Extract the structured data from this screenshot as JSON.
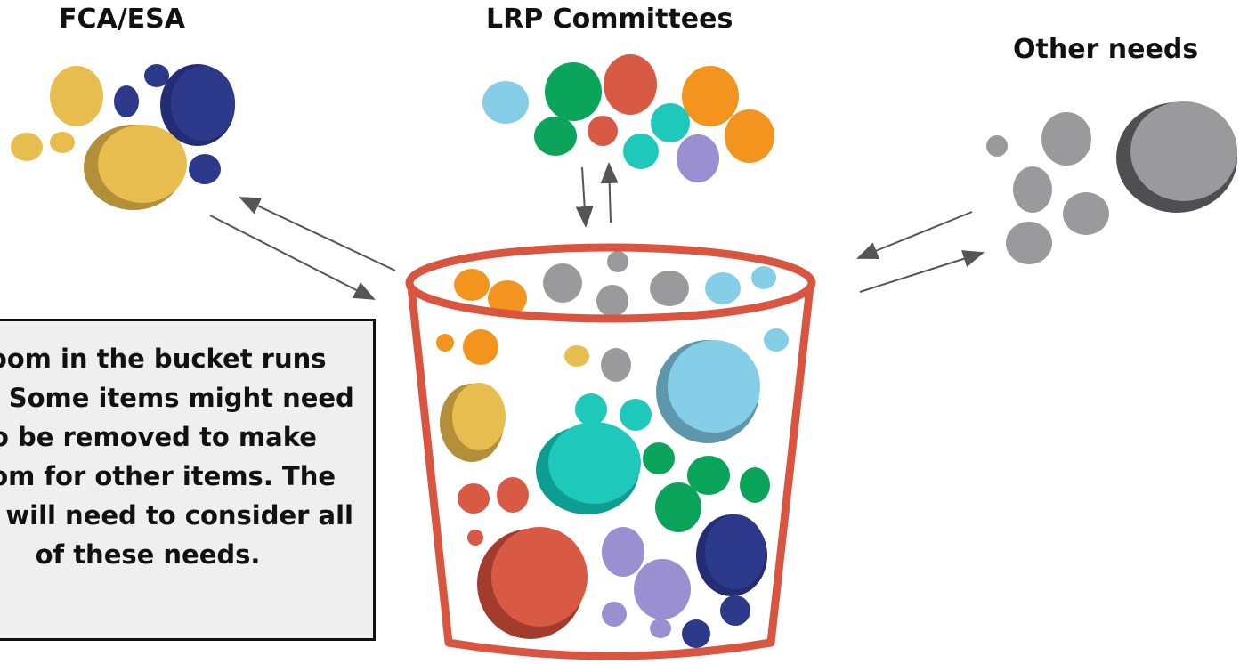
{
  "labels": {
    "fca_esa": "FCA/ESA",
    "lrp_committees": "LRP Committees",
    "other_needs": "Other needs"
  },
  "note": {
    "text": "Room in the bucket runs out. Some items might need to be removed to make room for other items. The TAC will need to consider all of these needs."
  },
  "colors": {
    "yellow": "#e8bd4f",
    "navy": "#2d3a8c",
    "red": "#d85a44",
    "green": "#0aa55a",
    "orange": "#f2941e",
    "light_blue": "#86cde7",
    "teal": "#1ec9bb",
    "purple": "#9a8fd0",
    "gray": "#9a9a9c",
    "bucket": "#d9553f",
    "arrow": "#555555"
  }
}
